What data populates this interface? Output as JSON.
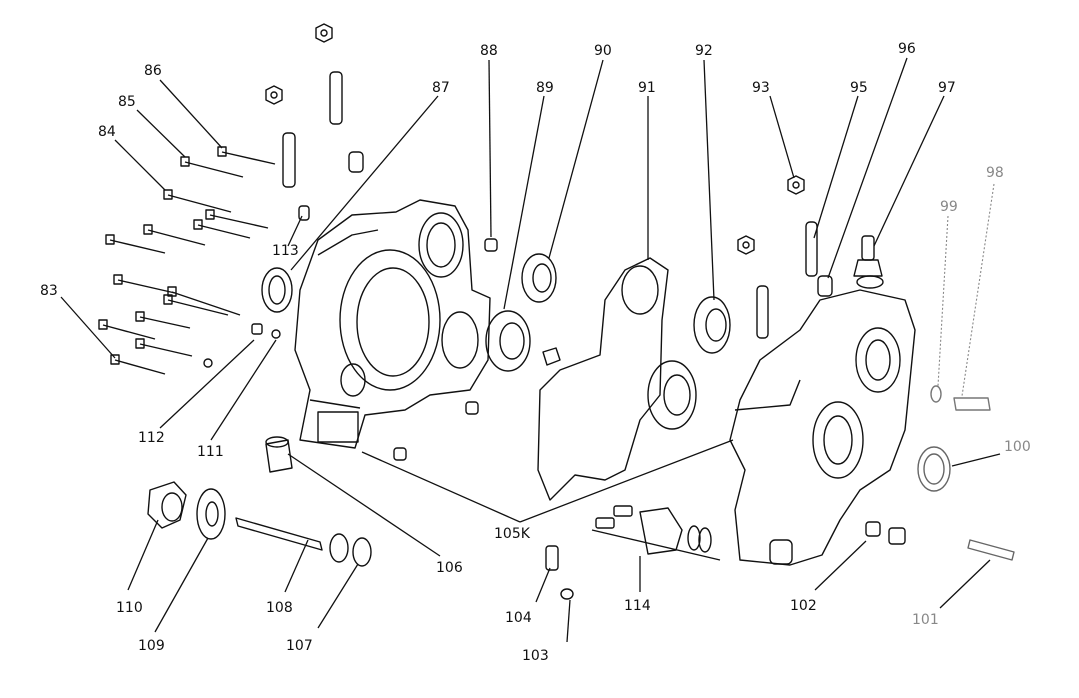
{
  "callouts": [
    {
      "id": "83",
      "text": "83"
    },
    {
      "id": "84",
      "text": "84"
    },
    {
      "id": "85",
      "text": "85"
    },
    {
      "id": "86",
      "text": "86"
    },
    {
      "id": "87",
      "text": "87"
    },
    {
      "id": "88",
      "text": "88"
    },
    {
      "id": "89",
      "text": "89"
    },
    {
      "id": "90",
      "text": "90"
    },
    {
      "id": "91",
      "text": "91"
    },
    {
      "id": "92",
      "text": "92"
    },
    {
      "id": "93",
      "text": "93"
    },
    {
      "id": "95",
      "text": "95"
    },
    {
      "id": "96",
      "text": "96"
    },
    {
      "id": "97",
      "text": "97"
    },
    {
      "id": "98",
      "text": "98"
    },
    {
      "id": "99",
      "text": "99"
    },
    {
      "id": "100",
      "text": "100"
    },
    {
      "id": "101",
      "text": "101"
    },
    {
      "id": "102",
      "text": "102"
    },
    {
      "id": "103",
      "text": "103"
    },
    {
      "id": "104",
      "text": "104"
    },
    {
      "id": "105K",
      "text": "105K"
    },
    {
      "id": "106",
      "text": "106"
    },
    {
      "id": "107",
      "text": "107"
    },
    {
      "id": "108",
      "text": "108"
    },
    {
      "id": "109",
      "text": "109"
    },
    {
      "id": "110",
      "text": "110"
    },
    {
      "id": "111",
      "text": "111"
    },
    {
      "id": "112",
      "text": "112"
    },
    {
      "id": "113",
      "text": "113"
    },
    {
      "id": "114",
      "text": "114"
    }
  ]
}
